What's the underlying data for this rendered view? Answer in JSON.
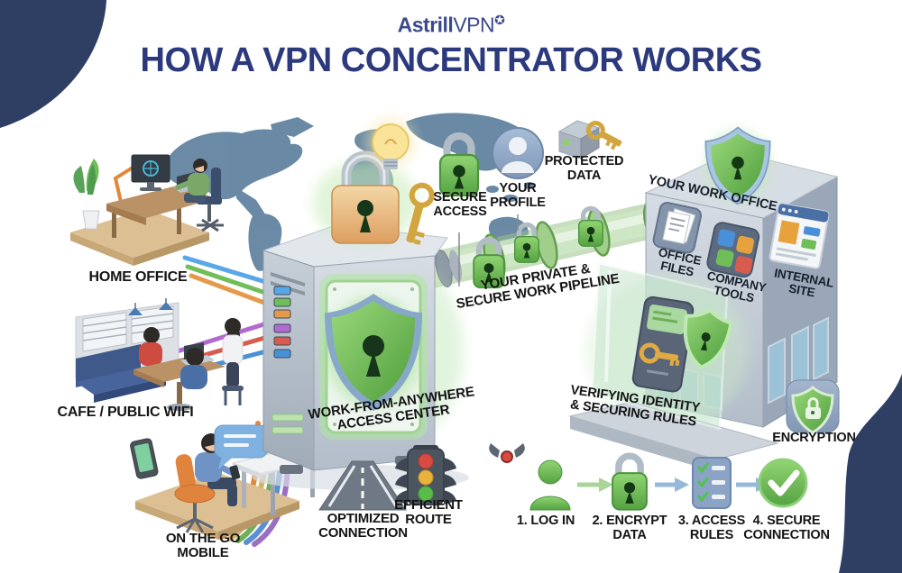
{
  "header": {
    "brand_bold": "Astrill",
    "brand_light": "VPN",
    "brand_mark": "✪",
    "title": "HOW A VPN CONCENTRATOR WORKS"
  },
  "sources": {
    "home_office": "HOME OFFICE",
    "cafe": "CAFE / PUBLIC WIFI",
    "mobile_line1": "ON THE GO",
    "mobile_line2": "MOBILE"
  },
  "concepts": {
    "secure_access_line1": "SECURE",
    "secure_access_line2": "ACCESS",
    "your_profile_line1": "YOUR",
    "your_profile_line2": "PROFILE",
    "protected_data_line1": "PROTECTED",
    "protected_data_line2": "DATA"
  },
  "access_center": {
    "line1": "WORK-FROM-ANYWHERE",
    "line2": "ACCESS CENTER"
  },
  "pipeline": {
    "line1": "YOUR PRIVATE &",
    "line2": "SECURE WORK PIPELINE"
  },
  "office": {
    "title": "YOUR WORK OFFICE",
    "files_line1": "OFFICE",
    "files_line2": "FILES",
    "tools_line1": "COMPANY",
    "tools_line2": "TOOLS",
    "site_line1": "INTERNAL",
    "site_line2": "SITE"
  },
  "verification": {
    "line1": "VERIFYING IDENTITY",
    "line2": "& SECURING RULES"
  },
  "encryption_label": "ENCRYPTION",
  "routing": {
    "optimized_line1": "OPTIMIZED",
    "optimized_line2": "CONNECTION",
    "efficient_line1": "EFFICIENT",
    "efficient_line2": "ROUTE"
  },
  "steps": [
    {
      "line1": "1. LOG IN",
      "line2": ""
    },
    {
      "line1": "2. ENCRYPT",
      "line2": "DATA"
    },
    {
      "line1": "3. ACCESS",
      "line2": "RULES"
    },
    {
      "line1": "4. SECURE",
      "line2": "CONNECTION"
    }
  ],
  "colors": {
    "navy_corner": "#2e3f63",
    "title_blue": "#2c3a7d",
    "brand_blue": "#3b4a8e",
    "green": "#62b84e",
    "pipe_green": "#cfe8c6",
    "map_blue": "#5d809d",
    "gold": "#d2a63e",
    "orange_lock": "#e8b87e",
    "label_black": "#141414"
  }
}
